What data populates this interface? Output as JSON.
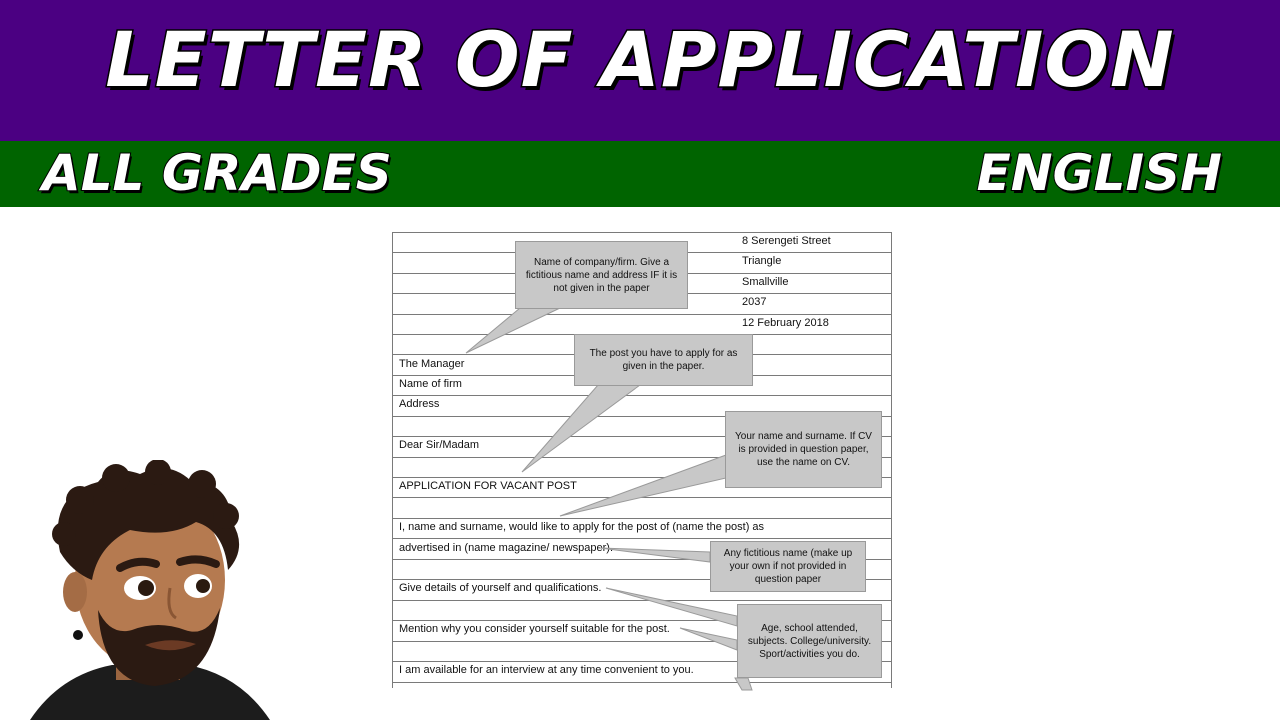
{
  "header": {
    "title": "LETTER OF APPLICATION",
    "left_tag": "ALL GRADES",
    "right_tag": "ENGLISH"
  },
  "letter": {
    "address_lines": [
      "8 Serengeti Street",
      "Triangle",
      "Smallville",
      "2037",
      "12 February 2018"
    ],
    "recipient_lines": [
      "The Manager",
      "Name of firm",
      "Address"
    ],
    "salutation": "Dear Sir/Madam",
    "subject": "APPLICATION FOR VACANT POST",
    "body_lines": [
      "I, name and surname, would like to apply for the post of (name the post) as",
      "advertised in (name magazine/ newspaper).",
      "Give details of yourself and qualifications.",
      "Mention why you consider yourself suitable for the post.",
      "I am available for an interview at any time convenient to you."
    ]
  },
  "callouts": [
    "Name of company/firm. Give a fictitious name and address IF it is not given in the paper",
    "The post you have to apply for as given in the paper.",
    "Your name and surname. If CV is provided in question paper, use the name on CV.",
    "Any fictitious name (make up your own if not provided in question paper",
    "Age, school attended, subjects. College/university. Sport/activities you do."
  ],
  "colors": {
    "title_bar": "#4b0082",
    "sub_bar": "#006400",
    "callout_fill": "#c8c8c8"
  },
  "icons": {
    "avatar": "cartoon-man-avatar"
  }
}
